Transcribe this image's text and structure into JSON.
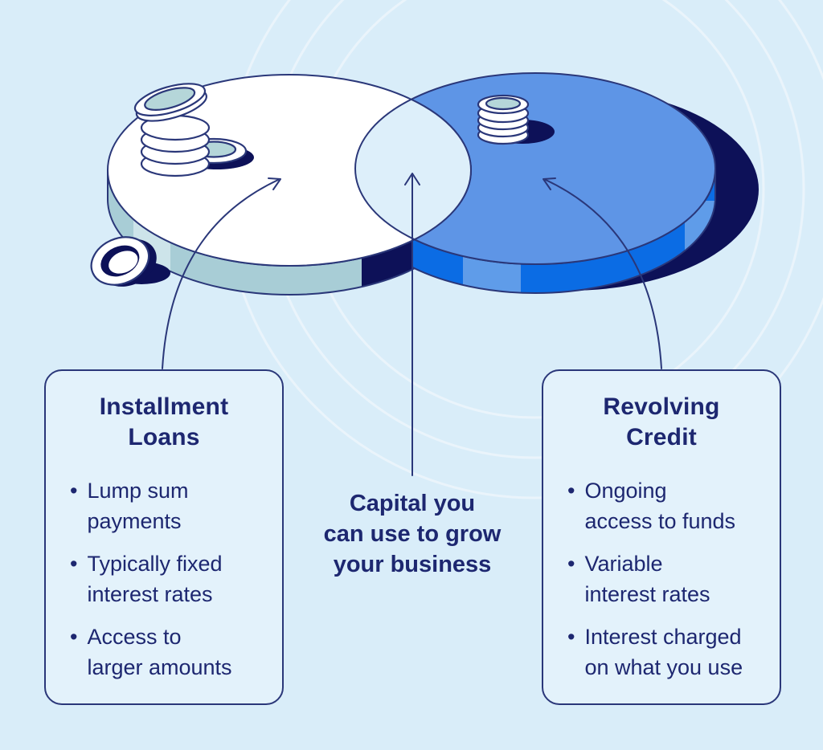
{
  "palette": {
    "background": "#d9edf9",
    "outline_navy": "#2a3779",
    "dark_navy": "#0d1158",
    "text_navy": "#1d2770",
    "left_disc": "#ffffff",
    "left_rim": "#a8cdd6",
    "left_rim_highlight": "#cde4ea",
    "right_disc": "#5e95e6",
    "right_rim": "#0b6ce4",
    "right_rim_highlight": "#5f9ce9",
    "lens": "#ddeffa",
    "coin_face": "#b5d6d9",
    "card_bg": "#e3f2fb"
  },
  "bullet_char": "•",
  "diagram": {
    "type": "venn",
    "left_set": "Installment Loans",
    "right_set": "Revolving Credit",
    "intersection": "Capital you can use to grow your business"
  },
  "left_card": {
    "title_lines": [
      "Installment",
      "Loans"
    ],
    "bullets": [
      {
        "lines": [
          "Lump sum",
          "payments"
        ]
      },
      {
        "lines": [
          "Typically fixed",
          "interest rates"
        ]
      },
      {
        "lines": [
          "Access to",
          "larger amounts"
        ]
      }
    ]
  },
  "right_card": {
    "title_lines": [
      "Revolving",
      "Credit"
    ],
    "bullets": [
      {
        "lines": [
          "Ongoing",
          "access to funds"
        ]
      },
      {
        "lines": [
          "Variable",
          "interest rates"
        ]
      },
      {
        "lines": [
          "Interest charged",
          "on what you use"
        ]
      }
    ]
  },
  "center_label": {
    "lines": [
      "Capital you",
      "can use to grow",
      "your business"
    ]
  },
  "icons": {
    "left_disc_decoration": "coin-stack-icon",
    "right_disc_decoration": "coin-stack-icon",
    "left_edge_decoration": "coin-icon"
  }
}
